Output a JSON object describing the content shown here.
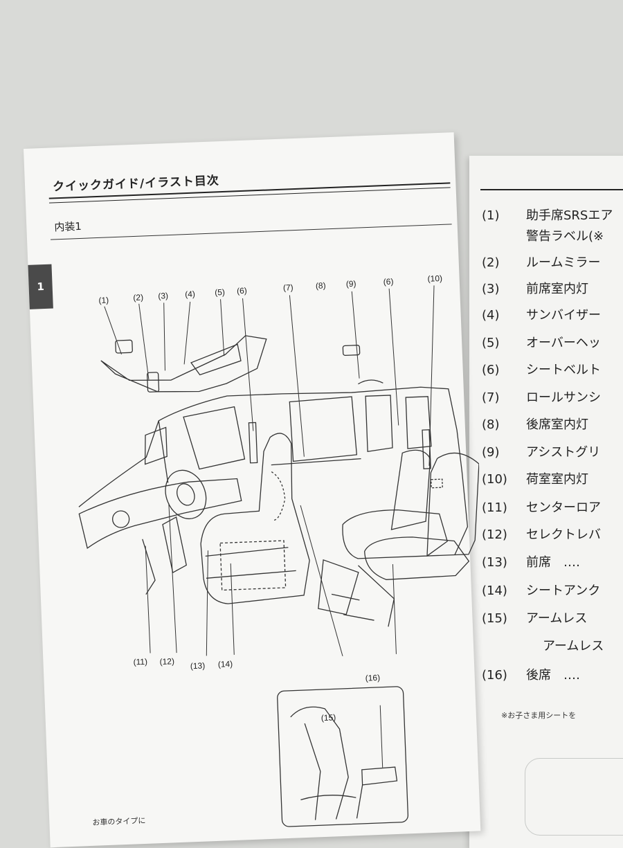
{
  "left_page": {
    "section_title": "クイックガイド/イラスト目次",
    "subsection_title": "内装1",
    "chapter_tab": "1",
    "footer_note": "お車のタイプに",
    "callouts": [
      {
        "id": "1",
        "label": "(1)"
      },
      {
        "id": "2",
        "label": "(2)"
      },
      {
        "id": "3",
        "label": "(3)"
      },
      {
        "id": "4",
        "label": "(4)"
      },
      {
        "id": "5",
        "label": "(5)"
      },
      {
        "id": "6a",
        "label": "(6)"
      },
      {
        "id": "7",
        "label": "(7)"
      },
      {
        "id": "8",
        "label": "(8)"
      },
      {
        "id": "9",
        "label": "(9)"
      },
      {
        "id": "6b",
        "label": "(6)"
      },
      {
        "id": "10",
        "label": "(10)"
      },
      {
        "id": "11",
        "label": "(11)"
      },
      {
        "id": "12",
        "label": "(12)"
      },
      {
        "id": "13",
        "label": "(13)"
      },
      {
        "id": "14",
        "label": "(14)"
      },
      {
        "id": "16",
        "label": "(16)"
      },
      {
        "id": "15",
        "label": "(15)"
      }
    ]
  },
  "right_page": {
    "items": [
      {
        "num": "(1)",
        "text": "助手席SRSエア"
      },
      {
        "num": "",
        "text": "警告ラベル(※"
      },
      {
        "num": "(2)",
        "text": "ルームミラー"
      },
      {
        "num": "(3)",
        "text": "前席室内灯"
      },
      {
        "num": "(4)",
        "text": "サンバイザー"
      },
      {
        "num": "(5)",
        "text": "オーバーヘッ"
      },
      {
        "num": "(6)",
        "text": "シートベルト"
      },
      {
        "num": "(7)",
        "text": "ロールサンシ"
      },
      {
        "num": "(8)",
        "text": "後席室内灯"
      },
      {
        "num": "(9)",
        "text": "アシストグリ"
      },
      {
        "num": "(10)",
        "text": "荷室室内灯"
      },
      {
        "num": "(11)",
        "text": "センターロア"
      },
      {
        "num": "(12)",
        "text": "セレクトレバ"
      },
      {
        "num": "(13)",
        "text": "前席　‥‥"
      },
      {
        "num": "(14)",
        "text": "シートアンク"
      },
      {
        "num": "(15)",
        "text": "アームレス"
      },
      {
        "num": "",
        "text": "アームレス"
      },
      {
        "num": "(16)",
        "text": "後席　‥‥"
      }
    ],
    "note": "※お子さま用シートを"
  }
}
